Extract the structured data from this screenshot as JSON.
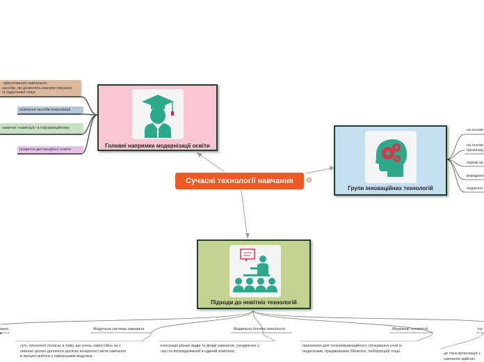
{
  "central": {
    "label": "Сучасні технології навчання",
    "color": "#f05a22"
  },
  "nodes": {
    "left": {
      "title": "Головні напрямки модернізації освіти",
      "bg": "#f9c6d2",
      "icon": "graduate-icon"
    },
    "right": {
      "title": "Групи інноваційних технологій",
      "bg": "#c6dff0",
      "icon": "brain-gears-icon"
    },
    "bottom": {
      "title": "Підходи до новітніх технологій",
      "bg": "#c3d28e",
      "icon": "teacher-class-icon"
    }
  },
  "left_branches": [
    {
      "line1": "-орієнтованих навчально-",
      "line2": "засобів, які дозволять використовувати",
      "line3": "ні підручники тощо",
      "bg": "#ddb89a"
    },
    {
      "text": "освоєння засобів комунікації",
      "bg": "#b4c7dc"
    },
    {
      "text": "навичок «навігації» в інформаційному",
      "bg": "#c8e0c4"
    },
    {
      "text": "розвиток дистанційної освіти",
      "bg": "#e8c0ea"
    }
  ],
  "right_branches": [
    {
      "text": "на основі"
    },
    {
      "line1": "на основі",
      "line2": "організац"
    },
    {
      "text": "окремі пр"
    },
    {
      "text": "впроджен"
    },
    {
      "text": "педагогіч"
    }
  ],
  "bottom_branches": [
    {
      "label": "ання",
      "body": ""
    },
    {
      "label": "Модульна система навчання",
      "body": [
        "суть технології полягає в тому, що учень самостійно чи з",
        "певною долею допомоги досягає конкретної мети навчання",
        "в процесі роботи з навчальним модулем."
      ]
    },
    {
      "label": "Модельно-блочна технологія",
      "body": [
        "інтеграція різних видів та форм навчання, узгоджених у",
        "часі та впорядкований в єдиний комплекс"
      ]
    },
    {
      "label": "Мережеві технології",
      "body": [
        "призначені для телекомунікаційного спілкування учня із",
        "педагогами, працівниками бібліотек, лабораторій тощо."
      ]
    },
    {
      "label": "Ігр",
      "body": [
        "це така організація з",
        "навчання здійсню"
      ]
    }
  ]
}
